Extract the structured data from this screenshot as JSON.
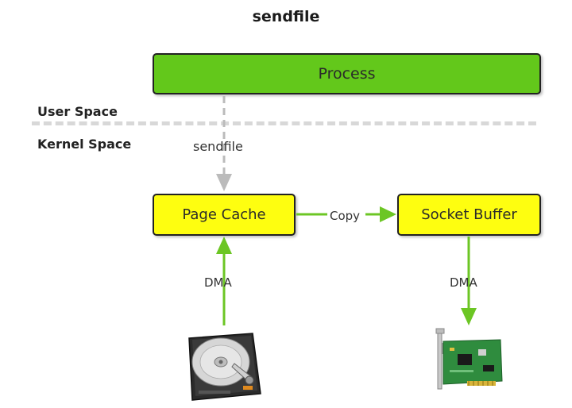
{
  "title": "sendfile",
  "spaces": {
    "user": "User Space",
    "kernel": "Kernel Space"
  },
  "nodes": {
    "process": "Process",
    "page_cache": "Page Cache",
    "socket_buffer": "Socket Buffer"
  },
  "edges": {
    "sendfile": "sendfile",
    "copy": "Copy",
    "dma_in": "DMA",
    "dma_out": "DMA"
  },
  "devices": {
    "disk": "hard-disk-icon",
    "nic": "network-card-icon"
  },
  "colors": {
    "process": "#63c81b",
    "buffer": "#fefe10",
    "arrow_green": "#6cc624",
    "arrow_dashed": "#bbbbbb"
  }
}
